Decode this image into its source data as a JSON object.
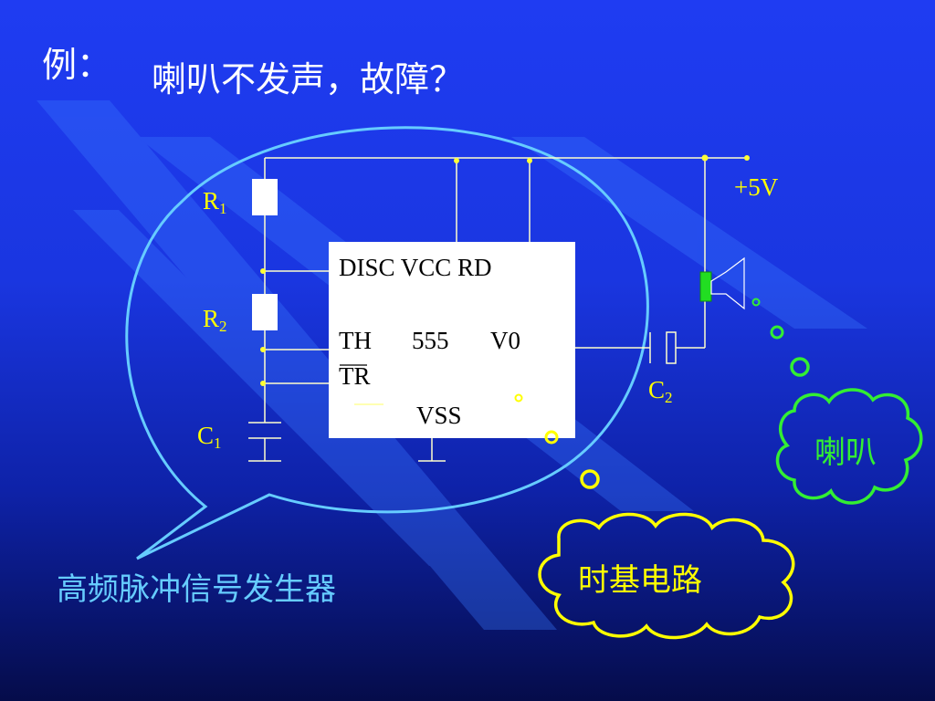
{
  "title": {
    "prefix": "例：",
    "text": "喇叭不发声，故障？"
  },
  "labels": {
    "r1": {
      "main": "R",
      "sub": "1"
    },
    "r2": {
      "main": "R",
      "sub": "2"
    },
    "c1": {
      "main": "C",
      "sub": "1"
    },
    "c2": {
      "main": "C",
      "sub": "2"
    },
    "vcc": "+5V"
  },
  "chip": {
    "row1": "DISC  VCC RD",
    "row2_left": "TH",
    "row2_mid": "555",
    "row2_right": "V0",
    "row3": "TR",
    "row4": "VSS"
  },
  "bubbles": {
    "high_freq": "高频脉冲信号发生器",
    "speaker": "喇叭",
    "time_base": "时基电路"
  },
  "colors": {
    "wire": "#ffffcc",
    "node": "#ffff33",
    "speech_bubble": "#66ccff",
    "speaker_bubble": "#33ee33",
    "timebase_bubble": "#ffff00",
    "label_yellow": "#ffff00",
    "label_blue": "#66ccff",
    "label_green": "#33ee33"
  },
  "icons": {
    "speaker": "speaker-icon"
  }
}
